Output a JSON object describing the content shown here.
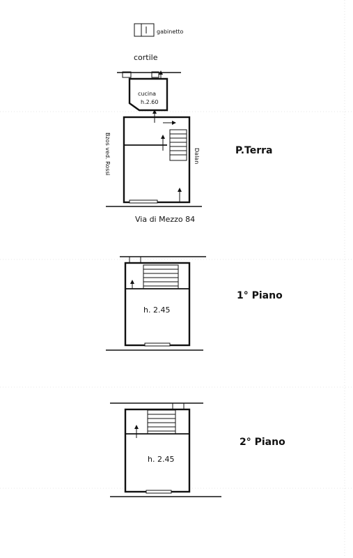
{
  "plan": {
    "top": {
      "wc_label": "gabinetto",
      "courtyard_label": "cortile"
    },
    "ground": {
      "title": "P.Terra",
      "kitchen_label": "cucina",
      "kitchen_height": "h.2.60",
      "side_left": "Bzos ved. Rossi",
      "side_right": "Dalan",
      "street": "Via di Mezzo 84"
    },
    "first": {
      "title": "1° Piano",
      "height": "h. 2.45"
    },
    "second": {
      "title": "2° Piano",
      "height": "h. 2.45"
    }
  }
}
